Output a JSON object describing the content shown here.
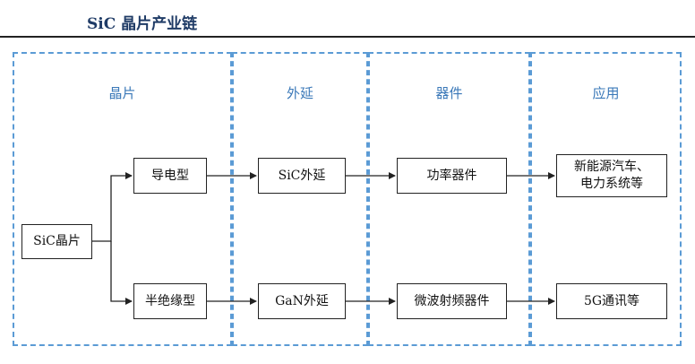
{
  "title": "SiC 晶片产业链",
  "colors": {
    "panel_border": "#5b9bd5",
    "panel_label": "#3a78b8",
    "title": "#1f3b66"
  },
  "panels": [
    {
      "id": "wafer",
      "label": "晶片"
    },
    {
      "id": "epitaxy",
      "label": "外延"
    },
    {
      "id": "device",
      "label": "器件"
    },
    {
      "id": "application",
      "label": "应用"
    }
  ],
  "nodes": [
    {
      "id": "sic-wafer",
      "label": "SiC晶片"
    },
    {
      "id": "conductive",
      "label": "导电型"
    },
    {
      "id": "semi-insulating",
      "label": "半绝缘型"
    },
    {
      "id": "sic-epi",
      "label": "SiC外延"
    },
    {
      "id": "gan-epi",
      "label": "GaN外延"
    },
    {
      "id": "power-device",
      "label": "功率器件"
    },
    {
      "id": "rf-device",
      "label": "微波射频器件"
    },
    {
      "id": "app-ev",
      "label": "新能源汽车、\n电力系统等"
    },
    {
      "id": "app-5g",
      "label": "5G通讯等"
    }
  ],
  "edges": [
    {
      "from": "sic-wafer",
      "to": "conductive"
    },
    {
      "from": "sic-wafer",
      "to": "semi-insulating"
    },
    {
      "from": "conductive",
      "to": "sic-epi"
    },
    {
      "from": "semi-insulating",
      "to": "gan-epi"
    },
    {
      "from": "sic-epi",
      "to": "power-device"
    },
    {
      "from": "gan-epi",
      "to": "rf-device"
    },
    {
      "from": "power-device",
      "to": "app-ev"
    },
    {
      "from": "rf-device",
      "to": "app-5g"
    }
  ]
}
